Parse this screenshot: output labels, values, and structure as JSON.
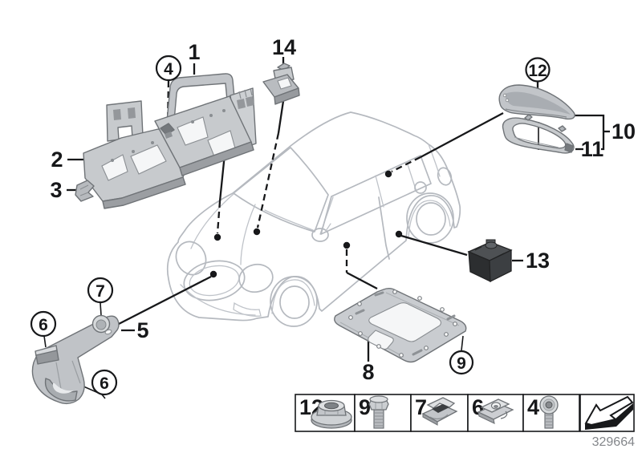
{
  "parts_labels": {
    "1": "1",
    "2": "2",
    "3": "3",
    "5": "5",
    "8": "8",
    "10": "10",
    "11": "11",
    "13": "13",
    "14": "14"
  },
  "circled_labels": {
    "4": "4",
    "6": "6",
    "7": "7",
    "9": "9",
    "12": "12"
  },
  "legend": {
    "items": [
      {
        "number": "12",
        "fastener": "flange-nut"
      },
      {
        "number": "9",
        "fastener": "hex-bolt"
      },
      {
        "number": "7",
        "fastener": "cage-clip"
      },
      {
        "number": "6",
        "fastener": "clip-nut"
      },
      {
        "number": "4",
        "fastener": "oval-head-screw"
      }
    ],
    "doc_number": "329664"
  },
  "colors": {
    "callout_line": "#17181a",
    "car_outline": "#b5b9bf",
    "part_fill": "#c7cacd",
    "part_dark": "#3c3f42",
    "doc_number": "#84878b",
    "background": "#ffffff"
  }
}
